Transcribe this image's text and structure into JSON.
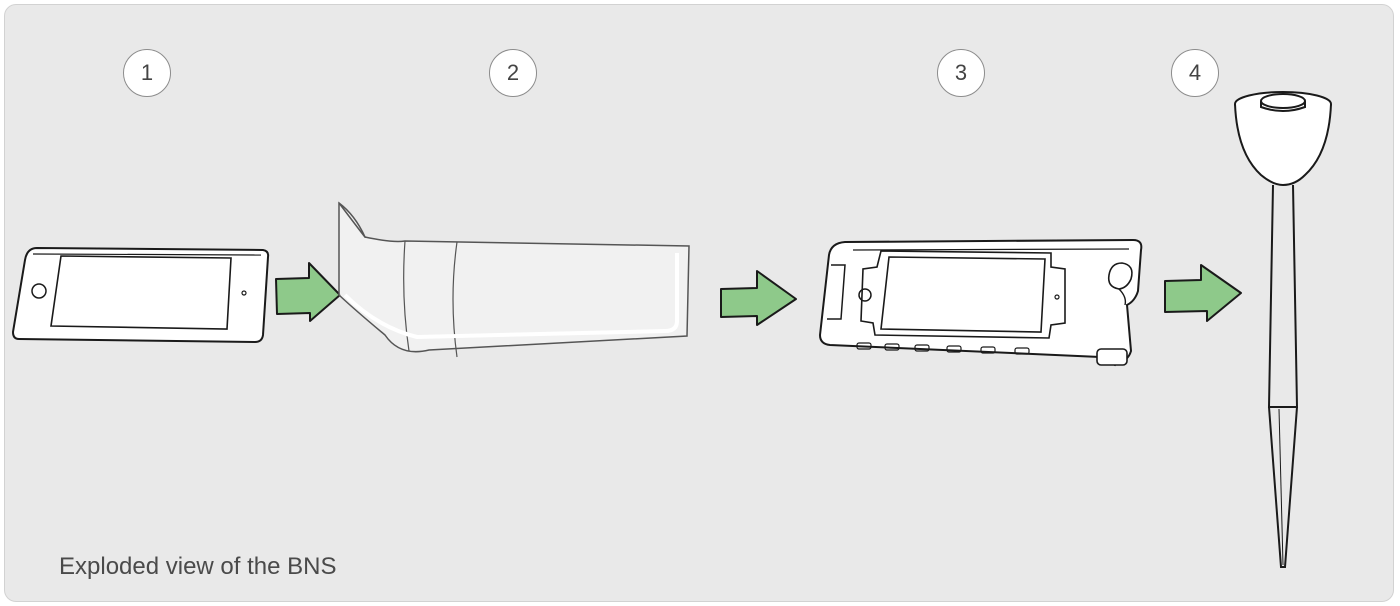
{
  "steps": [
    "1",
    "2",
    "3",
    "4"
  ],
  "caption": "Exploded view of the BNS",
  "colors": {
    "background": "#e9e9e9",
    "arrow_fill": "#8ec98a",
    "outline": "#1a1a1a"
  },
  "icons": [
    "phone-icon",
    "film-sleeve-icon",
    "phone-case-icon",
    "probe-stake-icon",
    "arrow-right-icon"
  ]
}
